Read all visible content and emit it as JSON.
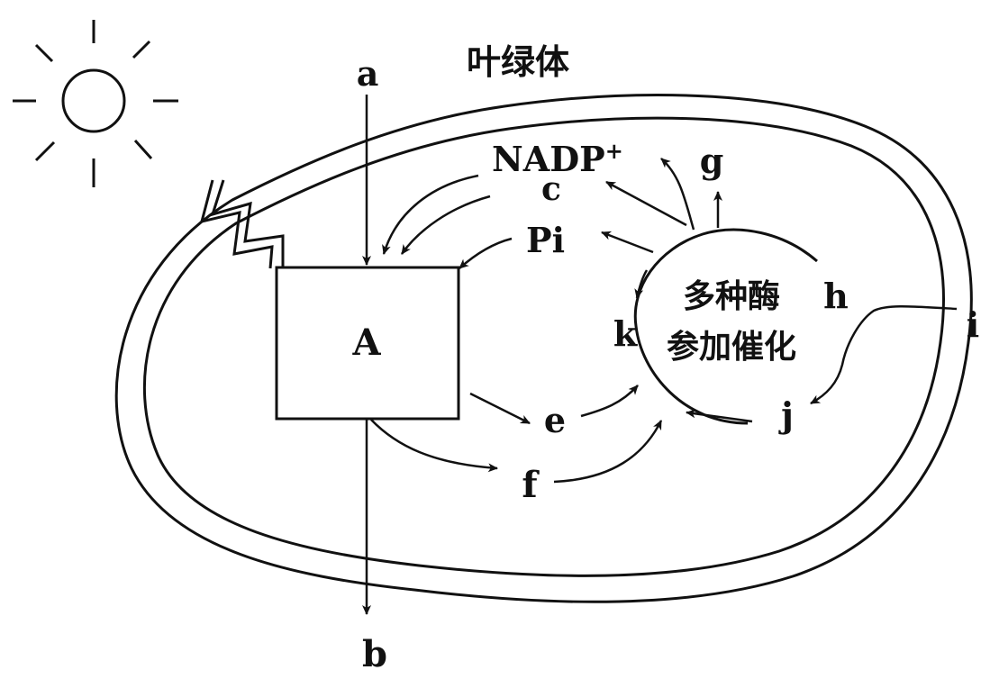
{
  "diagram": {
    "chloroplast_label": "叶绿体",
    "box_label": "A",
    "enzyme_line1": "多种酶",
    "enzyme_line2": "参加催化",
    "labels": {
      "a": "a",
      "b": "b",
      "c": "c",
      "nadp": "NADP",
      "nadp_sup": "+",
      "pi": "Pi",
      "g": "g",
      "h": "h",
      "i": "i",
      "j": "j",
      "k": "k",
      "e": "e",
      "f": "f"
    },
    "icons": [
      "sun-icon",
      "lightning-icon"
    ]
  }
}
